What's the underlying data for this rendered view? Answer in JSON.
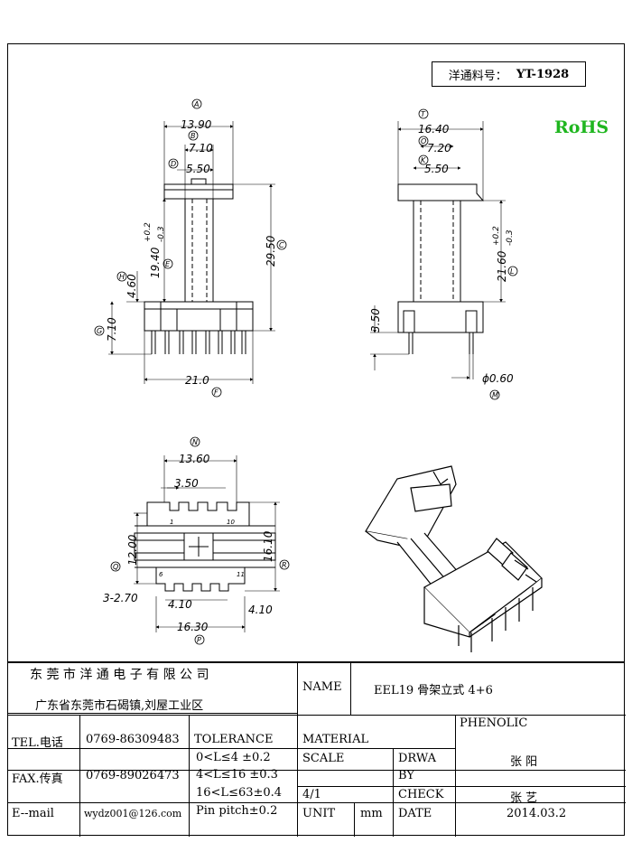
{
  "part_number": {
    "label": "洋通料号：",
    "value": "YT-1928"
  },
  "rohs": "RoHS",
  "views": {
    "front": {
      "dims": {
        "a": "13.90",
        "b": "7.10",
        "d": "5.50",
        "height": "29.50",
        "inner": "19.40",
        "inner_tol_plus": "+0.2",
        "inner_tol_minus": "-0.3",
        "h": "4.60",
        "g": "7.10",
        "width": "21.0"
      },
      "markers": {
        "a": "A",
        "b": "B",
        "d": "D",
        "e": "E",
        "c": "C",
        "h": "H",
        "g": "G",
        "f": "F"
      }
    },
    "side": {
      "dims": {
        "t": "16.40",
        "o": "7.20",
        "k": "5.50",
        "height": "21.60",
        "tol_plus": "+0.2",
        "tol_minus": "-0.3",
        "pin_len": "3.50",
        "pin_dia": "ϕ0.60"
      },
      "markers": {
        "t": "T",
        "o": "O",
        "k": "K",
        "l": "L",
        "m": "M"
      }
    },
    "bottom": {
      "dims": {
        "n": "13.60",
        "pitch": "3.50",
        "q": "12.00",
        "r": "16.10",
        "left": "3-2.70",
        "c1": "4.10",
        "c2": "4.10",
        "p": "16.30"
      },
      "markers": {
        "n": "N",
        "q": "Q",
        "r": "R",
        "p": "P"
      },
      "pin_nums": {
        "top_left": "1",
        "top_right": "10",
        "bot_left": "6",
        "bot_right": "11"
      }
    }
  },
  "title_block": {
    "company": "东 莞 市 洋 通 电 子 有 限 公 司",
    "address": "广东省东莞市石碣镇,刘屋工业区",
    "name_label": "NAME",
    "name_value": "EEL19 骨架立式 4+6",
    "tel_label": "TEL.电话",
    "tel_value": "0769-86309483",
    "fax_label": "FAX.传真",
    "fax_value": "0769-89026473",
    "email_label": "E--mail",
    "email_value": "wydz001@126.com",
    "tolerance_label": "TOLERANCE",
    "tolerances": [
      "0<L≤4   ±0.2",
      "4<L≤16  ±0.3",
      "16<L≤63±0.4",
      "Pin pitch±0.2"
    ],
    "material_label": "MATERIAL",
    "material_value": "PHENOLIC",
    "scale_label": "SCALE",
    "scale_value": "4/1",
    "drawn_label_1": "DRWA",
    "drawn_label_2": "BY",
    "drawn_value": "张 阳",
    "check_label": "CHECK",
    "check_value": "张 艺",
    "unit_label": "UNIT",
    "unit_value": "mm",
    "date_label": "DATE",
    "date_value": "2014.03.2"
  }
}
